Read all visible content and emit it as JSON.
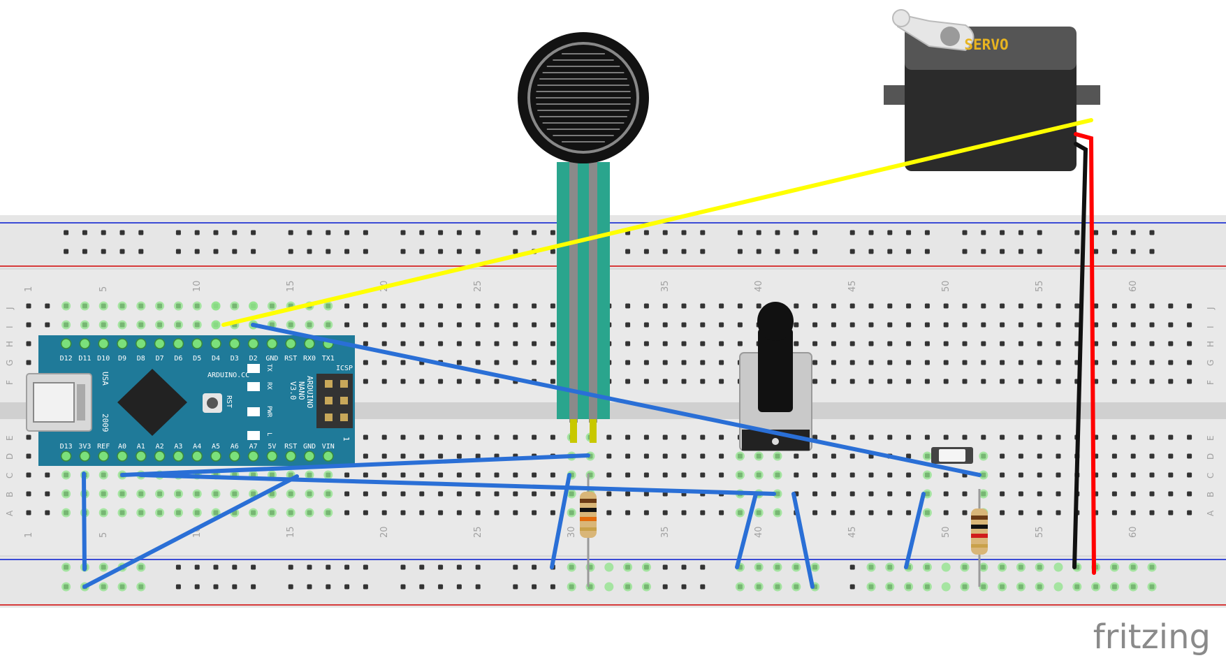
{
  "breadboard": {
    "row_letters_top": [
      "J",
      "I",
      "H",
      "G",
      "F"
    ],
    "row_letters_bottom": [
      "E",
      "D",
      "C",
      "B",
      "A"
    ],
    "column_numbers": [
      "1",
      "5",
      "10",
      "15",
      "20",
      "25",
      "30",
      "35",
      "40",
      "45",
      "50",
      "55",
      "60"
    ]
  },
  "arduino": {
    "top_pins": [
      "D12",
      "D11",
      "D10",
      "D9",
      "D8",
      "D7",
      "D6",
      "D5",
      "D4",
      "D3",
      "D2",
      "GND",
      "RST",
      "RX0",
      "TX1"
    ],
    "bottom_pins": [
      "D13",
      "3V3",
      "REF",
      "A0",
      "A1",
      "A2",
      "A3",
      "A4",
      "A5",
      "A6",
      "A7",
      "5V",
      "RST",
      "GND",
      "VIN"
    ],
    "name_lines": [
      "ARDUINO",
      "NANO",
      "V3.0"
    ],
    "url": "ARDUINO.CC",
    "usa": "USA",
    "year": "2009",
    "icsp": "ICSP",
    "icsp_num": "1",
    "rst": "RST",
    "led_labels": [
      "TX",
      "RX",
      "PWR",
      "L"
    ],
    "colors": {
      "board": "#1f7a99",
      "chip": "#222222"
    }
  },
  "servo": {
    "label": "SERVO",
    "label_color": "#e8b420"
  },
  "brand": {
    "name": "fritzing"
  },
  "wire_colors": {
    "signal": "#ffff00",
    "power": "#ff0000",
    "ground": "#111111",
    "jumper": "#2a6fd6"
  }
}
